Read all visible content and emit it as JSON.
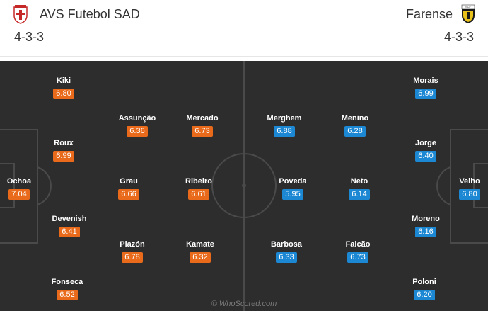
{
  "home": {
    "name": "AVS Futebol SAD",
    "formation": "4-3-3",
    "rating_color": "#e86a1a",
    "players": [
      {
        "name": "Kiki",
        "rating": "6.80"
      },
      {
        "name": "Assunção",
        "rating": "6.36"
      },
      {
        "name": "Mercado",
        "rating": "6.73"
      },
      {
        "name": "Roux",
        "rating": "6.99"
      },
      {
        "name": "Ochoa",
        "rating": "7.04"
      },
      {
        "name": "Grau",
        "rating": "6.66"
      },
      {
        "name": "Ribeiro",
        "rating": "6.61"
      },
      {
        "name": "Devenish",
        "rating": "6.41"
      },
      {
        "name": "Piazón",
        "rating": "6.78"
      },
      {
        "name": "Kamate",
        "rating": "6.32"
      },
      {
        "name": "Fonseca",
        "rating": "6.52"
      }
    ]
  },
  "away": {
    "name": "Farense",
    "formation": "4-3-3",
    "rating_color": "#1c88d4",
    "players": [
      {
        "name": "Morais",
        "rating": "6.99"
      },
      {
        "name": "Merghem",
        "rating": "6.88"
      },
      {
        "name": "Menino",
        "rating": "6.28"
      },
      {
        "name": "Jorge",
        "rating": "6.40"
      },
      {
        "name": "Poveda",
        "rating": "5.95"
      },
      {
        "name": "Neto",
        "rating": "6.14"
      },
      {
        "name": "Velho",
        "rating": "6.80"
      },
      {
        "name": "Moreno",
        "rating": "6.16"
      },
      {
        "name": "Barbosa",
        "rating": "6.33"
      },
      {
        "name": "Falcão",
        "rating": "6.73"
      },
      {
        "name": "Poloni",
        "rating": "6.20"
      }
    ]
  },
  "watermark": "© WhoScored.com"
}
